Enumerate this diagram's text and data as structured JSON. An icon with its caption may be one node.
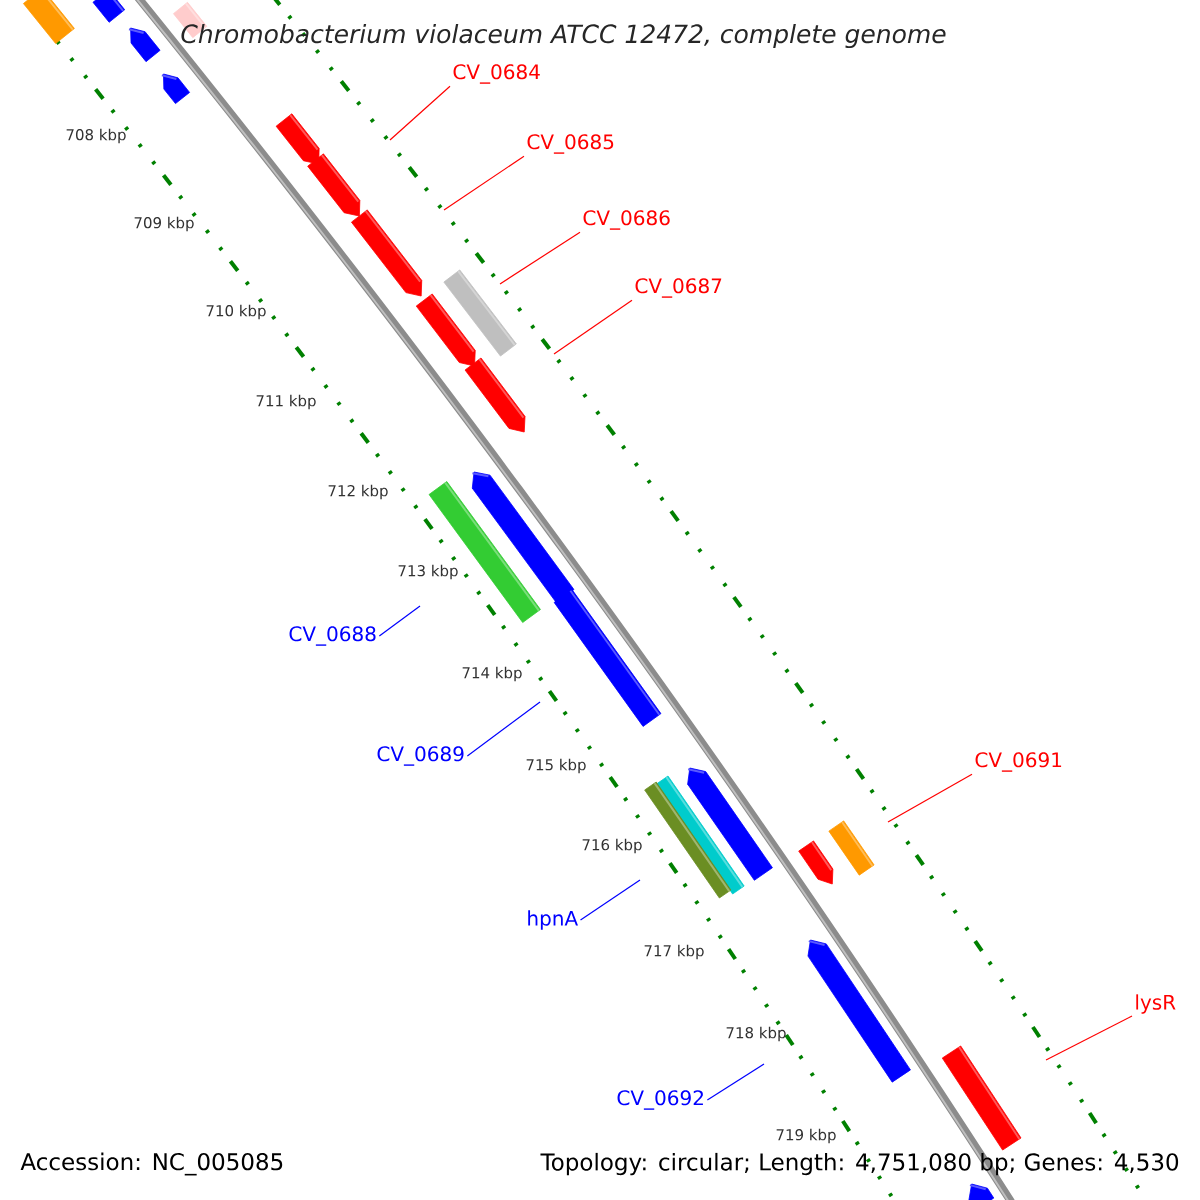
{
  "diagram": {
    "title": "Chromobacterium violaceum ATCC 12472, complete genome",
    "nodes": [
      {
        "text": [
          "CV_0684"
        ]
      },
      {
        "text": [
          "CV_0685"
        ]
      },
      {
        "text": [
          "CV_0686"
        ]
      },
      {
        "text": [
          "CV_0687"
        ]
      },
      {
        "text": [
          "CV_0688"
        ]
      },
      {
        "text": [
          "CV_0689"
        ]
      },
      {
        "text": [
          "hpnA"
        ]
      },
      {
        "text": [
          "CV_0691"
        ]
      },
      {
        "text": [
          "lysR"
        ]
      },
      {
        "text": [
          "CV_0692"
        ]
      }
    ],
    "edges": [
      {
        "from": 0,
        "to": null,
        "arrow": "none",
        "color": "#ff0000"
      },
      {
        "from": 1,
        "to": null,
        "arrow": "none",
        "color": "#ff0000"
      },
      {
        "from": 2,
        "to": null,
        "arrow": "none",
        "color": "#ff0000"
      },
      {
        "from": 3,
        "to": null,
        "arrow": "none",
        "color": "#ff0000"
      },
      {
        "from": 4,
        "to": null,
        "arrow": "none",
        "color": "#0000ff"
      },
      {
        "from": 5,
        "to": null,
        "arrow": "none",
        "color": "#0000ff"
      },
      {
        "from": 6,
        "to": null,
        "arrow": "none",
        "color": "#0000ff"
      },
      {
        "from": 7,
        "to": null,
        "arrow": "none",
        "color": "#ff0000"
      },
      {
        "from": 8,
        "to": null,
        "arrow": "none",
        "color": "#ff0000"
      },
      {
        "from": 9,
        "to": null,
        "arrow": "none",
        "color": "#0000ff"
      }
    ],
    "labels": [
      "708 kbp",
      "709 kbp",
      "710 kbp",
      "711 kbp",
      "712 kbp",
      "713 kbp",
      "714 kbp",
      "715 kbp",
      "716 kbp",
      "717 kbp",
      "718 kbp",
      "719 kbp",
      "Accession: NC_005085",
      "Topology: circular; Length: 4,751,080 bp; Genes: 4,530"
    ]
  }
}
